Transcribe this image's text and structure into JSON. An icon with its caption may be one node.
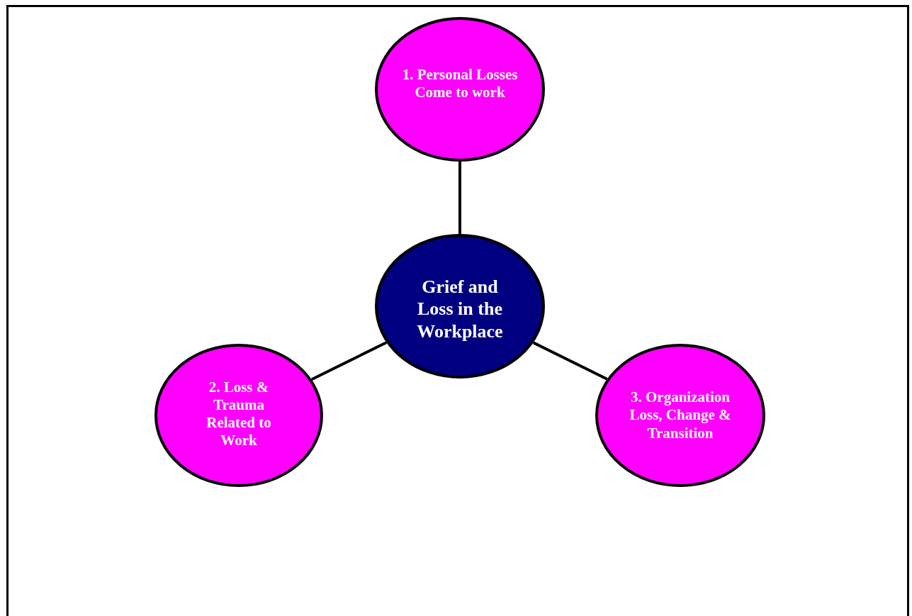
{
  "diagram": {
    "nodes": [
      {
        "text": [
          "1. Personal Losses Come to work"
        ]
      },
      {
        "text": [
          "Grief and Loss in the Workplace"
        ]
      },
      {
        "text": [
          "2. Loss & Trauma Related to Work"
        ]
      },
      {
        "text": [
          "3. Organization Loss, Change & Transition"
        ]
      }
    ],
    "edges": [
      {
        "from": 1,
        "to": 0,
        "arrow": "none"
      },
      {
        "from": 1,
        "to": 2,
        "arrow": "none"
      },
      {
        "from": 1,
        "to": 3,
        "arrow": "none"
      }
    ]
  }
}
